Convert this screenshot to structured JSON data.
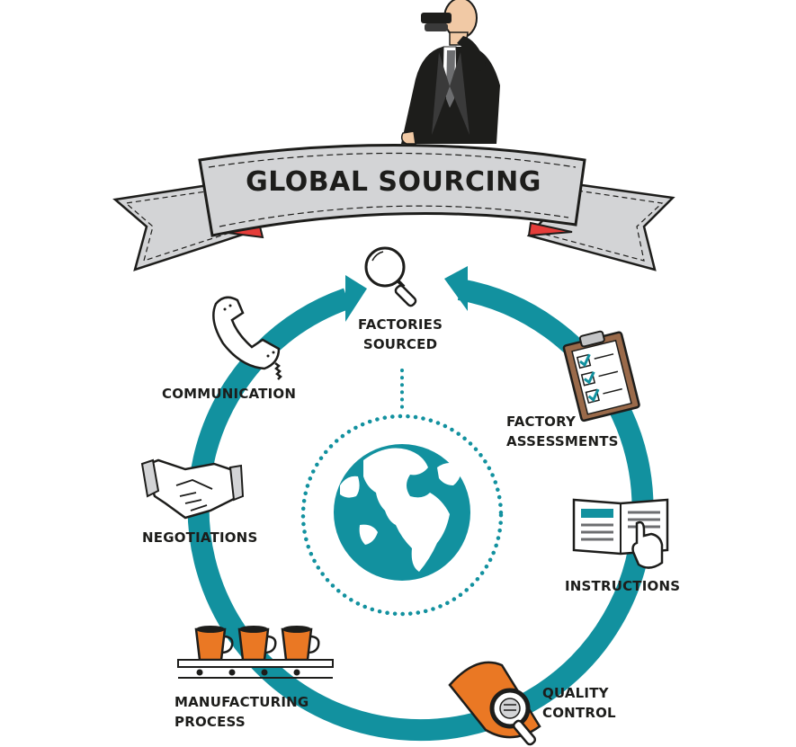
{
  "banner": {
    "title": "GLOBAL SOURCING"
  },
  "cycle": {
    "stages": [
      {
        "id": "factories-sourced",
        "lines": [
          "FACTORIES",
          "SOURCED"
        ],
        "icon": "magnifying-glass-icon"
      },
      {
        "id": "factory-assessments",
        "lines": [
          "FACTORY",
          "ASSESSMENTS"
        ],
        "icon": "clipboard-checklist-icon"
      },
      {
        "id": "instructions",
        "lines": [
          "INSTRUCTIONS"
        ],
        "icon": "open-book-pointer-icon"
      },
      {
        "id": "quality-control",
        "lines": [
          "QUALITY",
          "CONTROL"
        ],
        "icon": "inspection-magnifier-icon"
      },
      {
        "id": "manufacturing-process",
        "lines": [
          "MANUFACTURING",
          "PROCESS"
        ],
        "icon": "conveyor-mugs-icon"
      },
      {
        "id": "negotiations",
        "lines": [
          "NEGOTIATIONS"
        ],
        "icon": "handshake-icon"
      },
      {
        "id": "communication",
        "lines": [
          "COMMUNICATION"
        ],
        "icon": "telephone-handset-icon"
      }
    ]
  },
  "center": {
    "icon": "globe-icon"
  },
  "figure": {
    "icon": "businessman-binoculars-icon"
  },
  "colors": {
    "ring": "#12919f",
    "ribbon": "#d3d4d6",
    "ribbon_accent": "#e53d3a",
    "text": "#1d1d1b",
    "product": "#ea7824",
    "check": "#12919f"
  }
}
